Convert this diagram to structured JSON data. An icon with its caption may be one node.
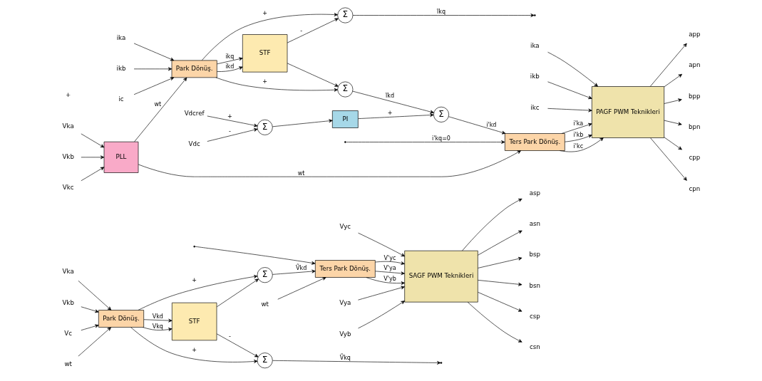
{
  "diagram": {
    "nodes": [
      {
        "text": [
          "Vka"
        ]
      },
      {
        "text": [
          "Vkb"
        ]
      },
      {
        "text": [
          "Vc"
        ]
      },
      {
        "text": [
          "Park Dönüş."
        ]
      },
      {
        "text": [
          "wt"
        ]
      },
      {
        "text": [
          "STF"
        ]
      },
      {
        "text": [
          "Σ"
        ]
      },
      {
        "text": [
          "Σ"
        ]
      },
      {
        "text": [
          "Ters Park Dönüş."
        ]
      },
      {
        "text": [
          "wt"
        ]
      },
      {
        "text": [
          "Vya"
        ]
      },
      {
        "text": [
          "Vyb"
        ]
      },
      {
        "text": [
          "Vyc"
        ]
      },
      {
        "text": [
          "SAGF PWM Teknikleri"
        ]
      },
      {
        "text": [
          "asp"
        ]
      },
      {
        "text": [
          "asn"
        ]
      },
      {
        "text": [
          "bsp"
        ]
      },
      {
        "text": [
          "bsn"
        ]
      },
      {
        "text": [
          "csp"
        ]
      },
      {
        "text": [
          "csn"
        ]
      },
      {
        "text": [
          "ika"
        ]
      },
      {
        "text": [
          "ikb"
        ]
      },
      {
        "text": [
          "ic"
        ]
      },
      {
        "text": [
          "Park Dönüş."
        ]
      },
      {
        "text": [
          "STF"
        ]
      },
      {
        "text": [
          "Σ"
        ]
      },
      {
        "text": [
          "Σ"
        ]
      },
      {
        "text": [
          "Σ"
        ]
      },
      {
        "text": [
          "Vdcref"
        ]
      },
      {
        "text": [
          "Σ"
        ]
      },
      {
        "text": [
          "Vdc"
        ]
      },
      {
        "text": [
          "PI"
        ]
      },
      {
        "text": [
          "Ters Park Dönüş."
        ]
      },
      {
        "text": [
          "PAGF PWM Teknikleri"
        ]
      },
      {
        "text": [
          "app"
        ]
      },
      {
        "text": [
          "apn"
        ]
      },
      {
        "text": [
          "bpp"
        ]
      },
      {
        "text": [
          "bpn"
        ]
      },
      {
        "text": [
          "cpp"
        ]
      },
      {
        "text": [
          "cpn"
        ]
      },
      {
        "text": [
          "ika"
        ]
      },
      {
        "text": [
          "ikb"
        ]
      },
      {
        "text": [
          "ikc"
        ]
      },
      {
        "text": [
          "Vka"
        ]
      },
      {
        "text": [
          "Vkb"
        ]
      },
      {
        "text": [
          "Vkc"
        ]
      },
      {
        "text": [
          "PLL"
        ]
      }
    ],
    "edges": [
      {
        "from": 0,
        "to": 3,
        "arrow": "to"
      },
      {
        "from": 1,
        "to": 3,
        "arrow": "to"
      },
      {
        "from": 2,
        "to": 3,
        "arrow": "to"
      },
      {
        "from": 4,
        "to": 3,
        "arrow": "to"
      },
      {
        "from": 3,
        "to": 5,
        "arrow": "to",
        "label": "Vkd"
      },
      {
        "from": 3,
        "to": 6,
        "arrow": "to",
        "label": "+"
      },
      {
        "from": 3,
        "to": 5,
        "arrow": "to",
        "label": "Vkq"
      },
      {
        "from": 3,
        "to": 7,
        "arrow": "to",
        "label": "+"
      },
      {
        "from": 5,
        "to": 6,
        "arrow": "to"
      },
      {
        "from": 5,
        "to": 7,
        "arrow": "to",
        "label": "-"
      },
      {
        "from": 6,
        "to": 8,
        "arrow": "to",
        "label": "Ṽkd"
      },
      {
        "from": 7,
        "to": null,
        "arrow": "to",
        "label": "Ṽkq"
      },
      {
        "from": null,
        "to": 8,
        "arrow": "to"
      },
      {
        "from": 9,
        "to": 8,
        "arrow": "to"
      },
      {
        "from": 10,
        "to": 13,
        "arrow": "to"
      },
      {
        "from": 11,
        "to": 13,
        "arrow": "to"
      },
      {
        "from": 12,
        "to": 13,
        "arrow": "to"
      },
      {
        "from": 8,
        "to": 13,
        "arrow": "to",
        "label": "V'ya"
      },
      {
        "from": 8,
        "to": 13,
        "arrow": "to",
        "label": "V'yb"
      },
      {
        "from": 8,
        "to": 13,
        "arrow": "to",
        "label": "V'yc"
      },
      {
        "from": 13,
        "to": 14,
        "arrow": "to"
      },
      {
        "from": 13,
        "to": 15,
        "arrow": "to"
      },
      {
        "from": 13,
        "to": 16,
        "arrow": "to"
      },
      {
        "from": 13,
        "to": 17,
        "arrow": "to"
      },
      {
        "from": 13,
        "to": 18,
        "arrow": "to"
      },
      {
        "from": 13,
        "to": 19,
        "arrow": "to"
      },
      {
        "from": 20,
        "to": 23,
        "arrow": "to"
      },
      {
        "from": 21,
        "to": 23,
        "arrow": "to"
      },
      {
        "from": 22,
        "to": 23,
        "arrow": "to"
      },
      {
        "from": 46,
        "to": 23,
        "arrow": "to",
        "label": "wt"
      },
      {
        "from": 23,
        "to": 24,
        "arrow": "to",
        "label": "ikd"
      },
      {
        "from": 23,
        "to": 25,
        "arrow": "to",
        "label": "+"
      },
      {
        "from": 23,
        "to": 24,
        "arrow": "to",
        "label": "ikq"
      },
      {
        "from": 23,
        "to": 26,
        "arrow": "to",
        "label": "+"
      },
      {
        "from": 24,
        "to": 25,
        "arrow": "to"
      },
      {
        "from": 24,
        "to": 26,
        "arrow": "to",
        "label": "-"
      },
      {
        "from": 25,
        "to": 27,
        "arrow": "to",
        "label": "ĩkd"
      },
      {
        "from": 26,
        "to": null,
        "arrow": "to",
        "label": "ĩkq"
      },
      {
        "from": 28,
        "to": 29,
        "arrow": "to",
        "label": "+"
      },
      {
        "from": 30,
        "to": 29,
        "arrow": "to",
        "label": "-"
      },
      {
        "from": 29,
        "to": 31,
        "arrow": "to"
      },
      {
        "from": 31,
        "to": 27,
        "arrow": "to",
        "label": "+"
      },
      {
        "from": 27,
        "to": 32,
        "arrow": "to",
        "label": "i'kd"
      },
      {
        "from": null,
        "to": 32,
        "arrow": "to",
        "label": "i'kq=0"
      },
      {
        "from": 46,
        "to": 32,
        "arrow": "to",
        "label": "wt"
      },
      {
        "from": 32,
        "to": 33,
        "arrow": "to",
        "label": "i'ka"
      },
      {
        "from": 32,
        "to": 33,
        "arrow": "to",
        "label": "i'kb"
      },
      {
        "from": 32,
        "to": 33,
        "arrow": "to",
        "label": "i'kc"
      },
      {
        "from": 33,
        "to": 34,
        "arrow": "to"
      },
      {
        "from": 33,
        "to": 35,
        "arrow": "to"
      },
      {
        "from": 33,
        "to": 36,
        "arrow": "to"
      },
      {
        "from": 33,
        "to": 37,
        "arrow": "to"
      },
      {
        "from": 33,
        "to": 38,
        "arrow": "to"
      },
      {
        "from": 33,
        "to": 39,
        "arrow": "to"
      },
      {
        "from": 40,
        "to": 33,
        "arrow": "to"
      },
      {
        "from": 41,
        "to": 33,
        "arrow": "to"
      },
      {
        "from": 42,
        "to": 33,
        "arrow": "to"
      },
      {
        "from": 43,
        "to": 46,
        "arrow": "to"
      },
      {
        "from": 44,
        "to": 46,
        "arrow": "to"
      },
      {
        "from": 45,
        "to": 46,
        "arrow": "to"
      }
    ],
    "labels": [
      "+"
    ]
  }
}
